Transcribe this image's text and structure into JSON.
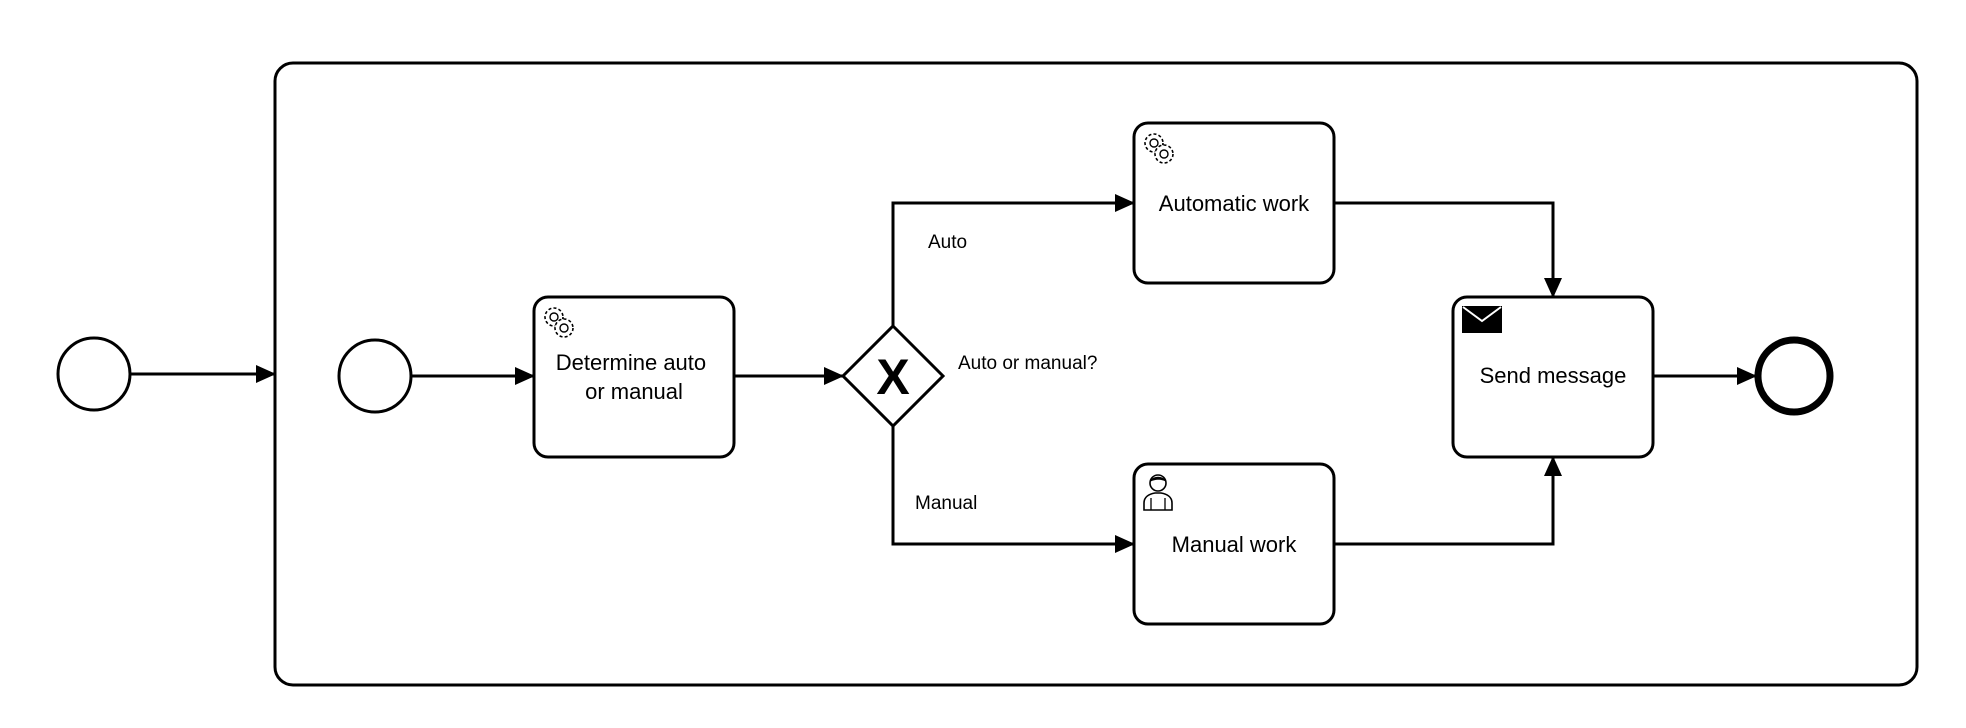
{
  "diagram": {
    "tasks": [
      {
        "id": "determine",
        "lines": [
          "Determine auto",
          "or manual"
        ],
        "type": "service",
        "icon": "gears-icon"
      },
      {
        "id": "automatic",
        "lines": [
          "Automatic work"
        ],
        "type": "service",
        "icon": "gears-icon"
      },
      {
        "id": "manual",
        "lines": [
          "Manual work"
        ],
        "type": "user",
        "icon": "user-icon"
      },
      {
        "id": "send",
        "lines": [
          "Send message"
        ],
        "type": "send",
        "icon": "envelope-icon"
      }
    ],
    "gateway": {
      "label": "Auto or manual?",
      "type": "exclusive",
      "marker": "X"
    },
    "flow_labels": {
      "auto": "Auto",
      "manual": "Manual"
    },
    "events": {
      "outer_start": "start-event",
      "inner_start": "start-event",
      "end": "end-event"
    }
  }
}
